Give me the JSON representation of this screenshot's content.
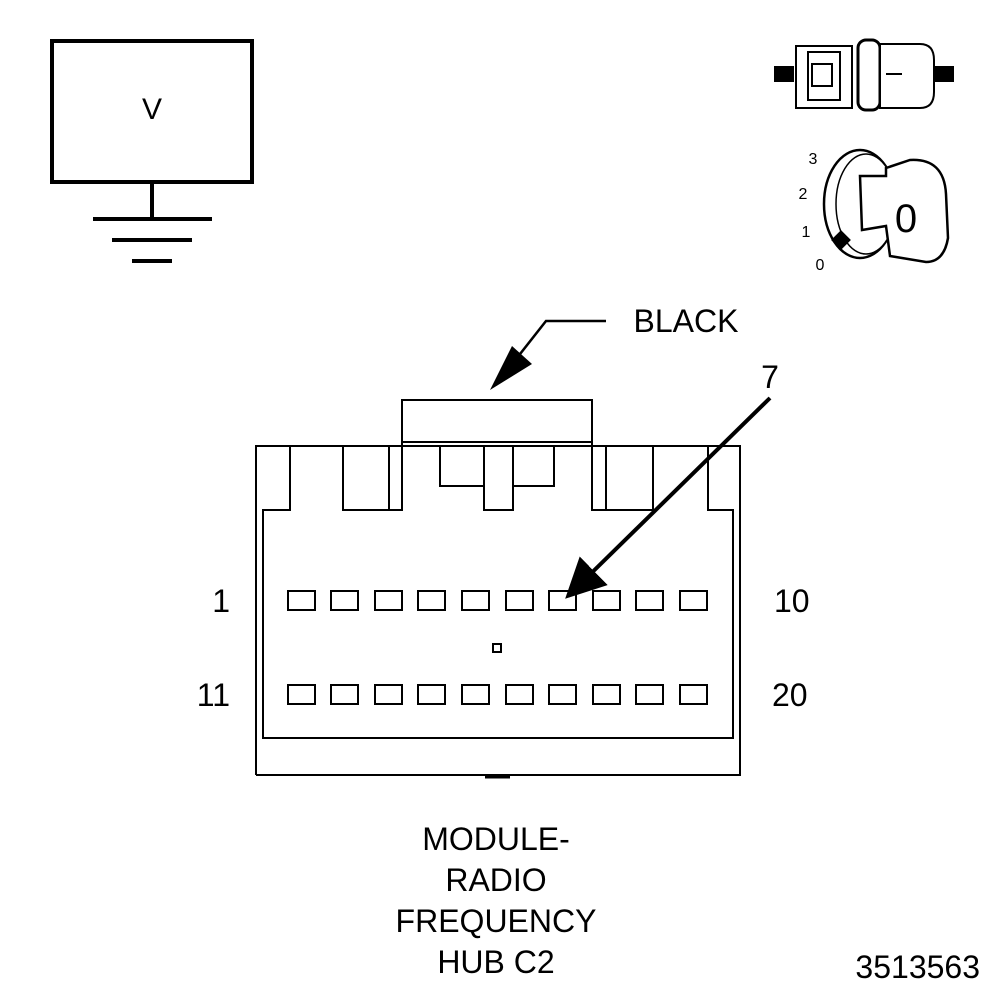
{
  "meter": {
    "label": "V"
  },
  "ignition": {
    "positions": [
      "0",
      "1",
      "2",
      "3"
    ],
    "key_position": "0"
  },
  "connector": {
    "color_label": "BLACK",
    "pin_callout": "7",
    "row1_start": "1",
    "row1_end": "10",
    "row2_start": "11",
    "row2_end": "20",
    "caption": [
      "MODULE-",
      "RADIO",
      "FREQUENCY",
      "HUB C2"
    ]
  },
  "figure_id": "3513563"
}
